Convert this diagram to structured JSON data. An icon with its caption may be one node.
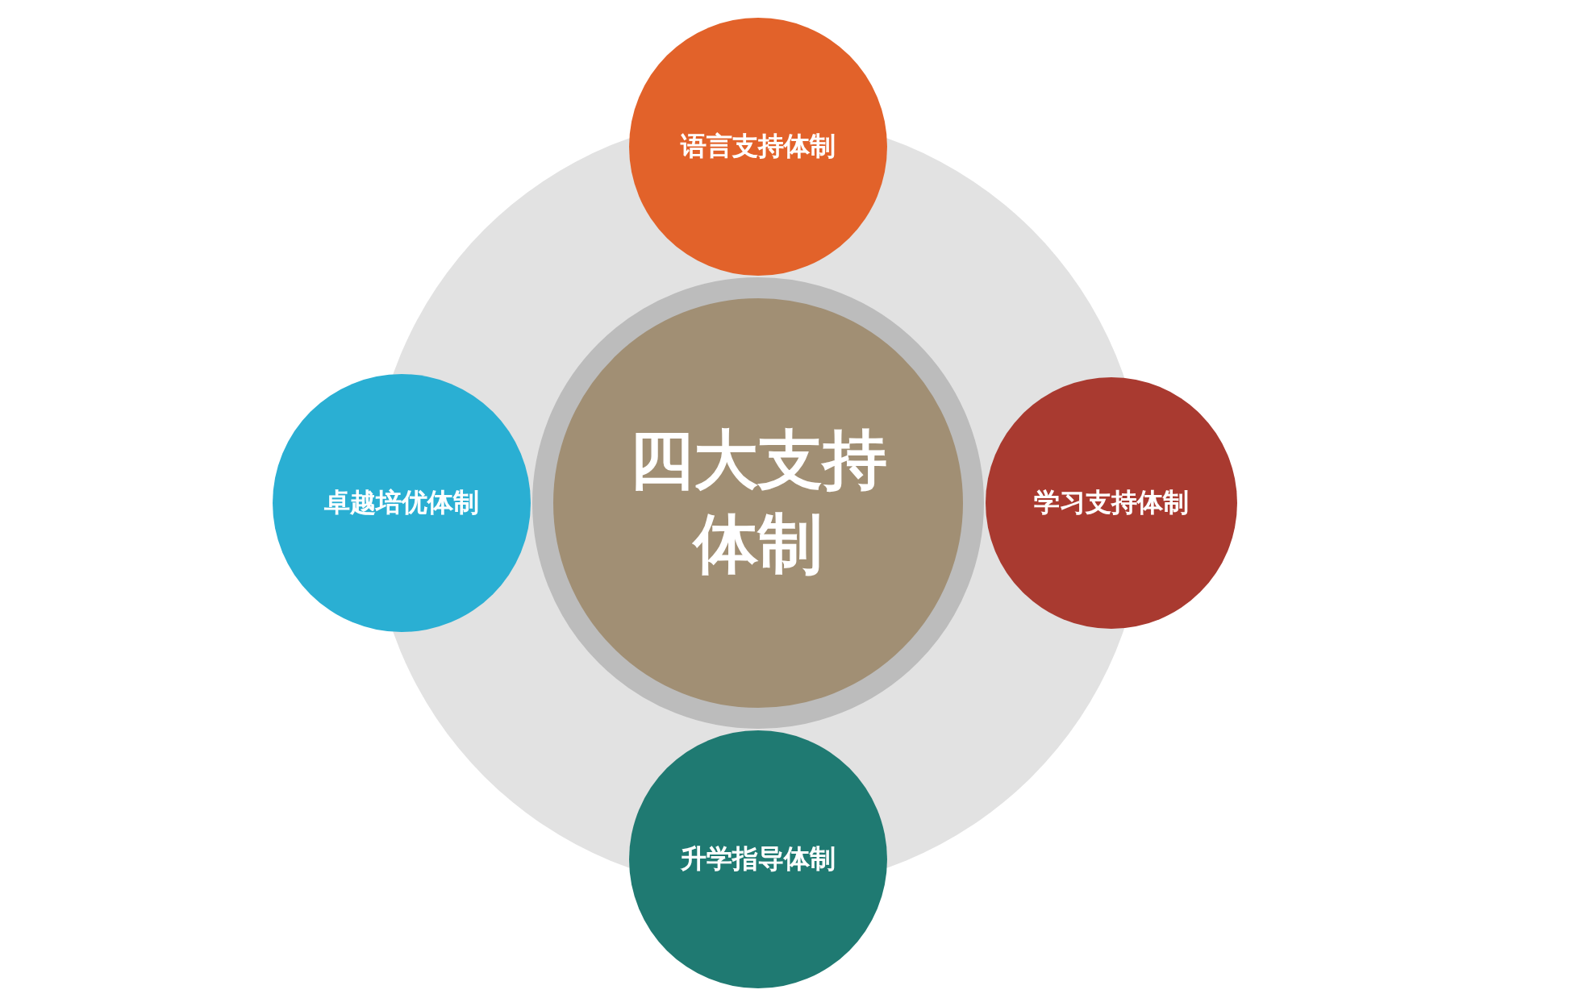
{
  "diagram": {
    "nodes": [
      {
        "text": [],
        "shape": "circle"
      },
      {
        "text": [
          "四大支持体制"
        ],
        "in": 0
      },
      {
        "text": [
          "语言支持体制"
        ]
      },
      {
        "text": [
          "卓越培优体制"
        ]
      },
      {
        "text": [
          "学习支持体制"
        ]
      },
      {
        "text": [
          "升学指导体制"
        ]
      }
    ]
  }
}
